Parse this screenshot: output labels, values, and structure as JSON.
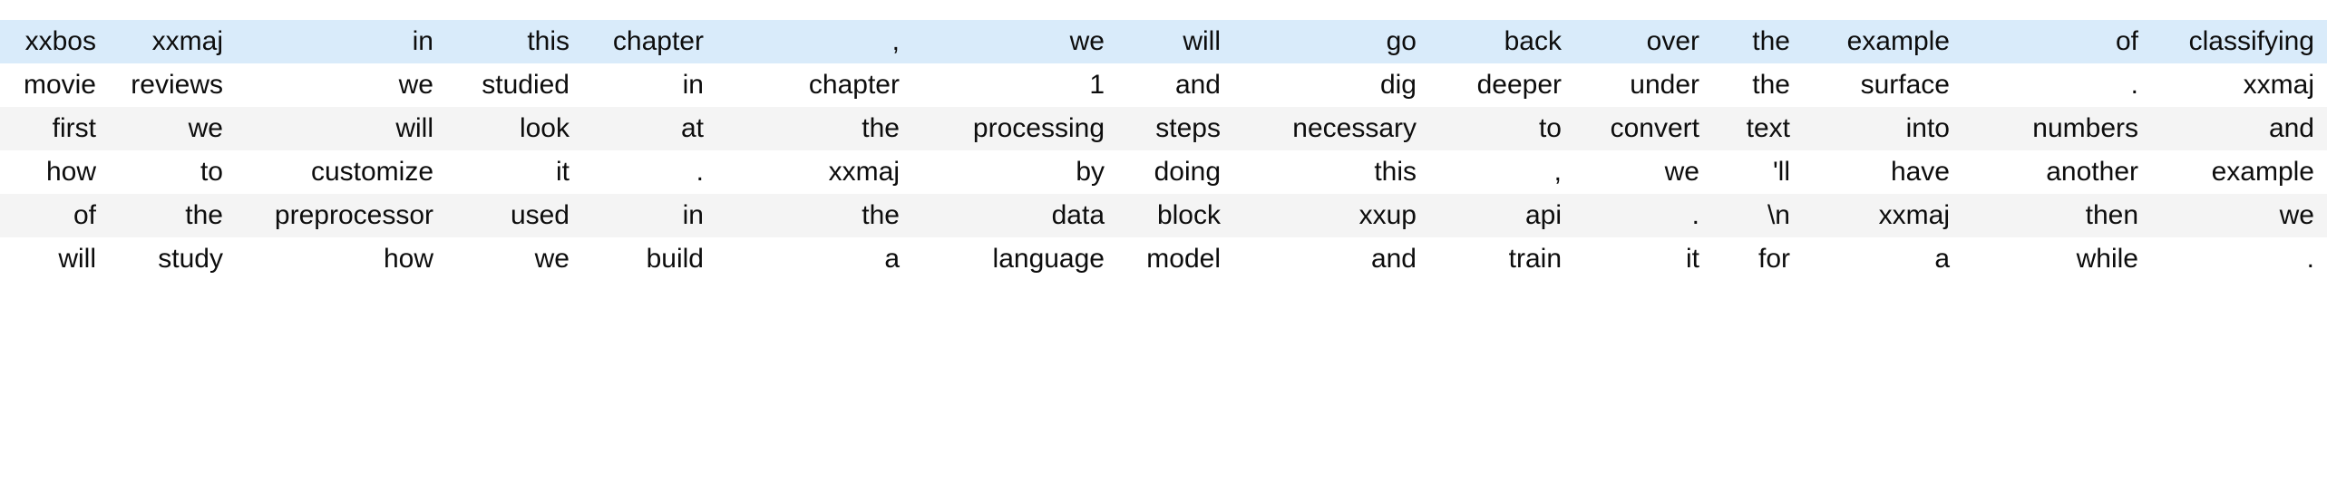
{
  "table": {
    "kind": "tokenized-text-dataframe",
    "row_count": 6,
    "column_count": 15,
    "text_align": "right",
    "colors": {
      "highlight_row_background": "#d9ebfa",
      "stripe_row_background": "#f4f4f4",
      "plain_row_background": "#ffffff",
      "text": "#0d0d0d",
      "page_background": "#ffffff"
    },
    "rows": [
      {
        "style": "highlight",
        "cells": [
          "xxbos",
          "xxmaj",
          "in",
          "this",
          "chapter",
          ",",
          "we",
          "will",
          "go",
          "back",
          "over",
          "the",
          "example",
          "of",
          "classifying"
        ]
      },
      {
        "style": "plain",
        "cells": [
          "movie",
          "reviews",
          "we",
          "studied",
          "in",
          "chapter",
          "1",
          "and",
          "dig",
          "deeper",
          "under",
          "the",
          "surface",
          ".",
          "xxmaj"
        ]
      },
      {
        "style": "stripe",
        "cells": [
          "first",
          "we",
          "will",
          "look",
          "at",
          "the",
          "processing",
          "steps",
          "necessary",
          "to",
          "convert",
          "text",
          "into",
          "numbers",
          "and"
        ]
      },
      {
        "style": "plain",
        "cells": [
          "how",
          "to",
          "customize",
          "it",
          ".",
          "xxmaj",
          "by",
          "doing",
          "this",
          ",",
          "we",
          "'ll",
          "have",
          "another",
          "example"
        ]
      },
      {
        "style": "stripe",
        "cells": [
          "of",
          "the",
          "preprocessor",
          "used",
          "in",
          "the",
          "data",
          "block",
          "xxup",
          "api",
          ".",
          "\\n",
          "xxmaj",
          "then",
          "we"
        ]
      },
      {
        "style": "plain",
        "cells": [
          "will",
          "study",
          "how",
          "we",
          "build",
          "a",
          "language",
          "model",
          "and",
          "train",
          "it",
          "for",
          "a",
          "while",
          "."
        ]
      }
    ]
  }
}
